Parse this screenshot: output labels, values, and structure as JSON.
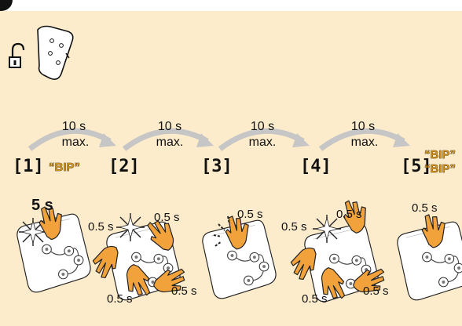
{
  "header": {
    "lock_icon": "unlocked-padlock-icon",
    "remote_icon": "remote-control-icon"
  },
  "timing": [
    {
      "line1": "10 s",
      "line2": "max."
    },
    {
      "line1": "10 s",
      "line2": "max."
    },
    {
      "line1": "10 s",
      "line2": "max."
    },
    {
      "line1": "10 s",
      "line2": "max."
    }
  ],
  "steps": [
    {
      "label": "[1]",
      "sound": "“BIP”"
    },
    {
      "label": "[2]"
    },
    {
      "label": "[3]"
    },
    {
      "label": "[4]"
    },
    {
      "label": "[5]",
      "sound": "“BIP”",
      "sound2": "“BIP”"
    }
  ],
  "press_durations": {
    "step1": "5 s",
    "step2": [
      "0.5 s",
      "0.5 s",
      "0.5 s",
      "0.5 s"
    ],
    "step3": "0.5 s",
    "step4": [
      "0.5 s",
      "0.5 s",
      "0.5 s",
      "0.5 s"
    ],
    "step5": "0.5 s"
  },
  "colors": {
    "background": "#fdeccc",
    "accent": "#f2a23a",
    "text": "#111111",
    "arrow": "#c6c6c6"
  }
}
